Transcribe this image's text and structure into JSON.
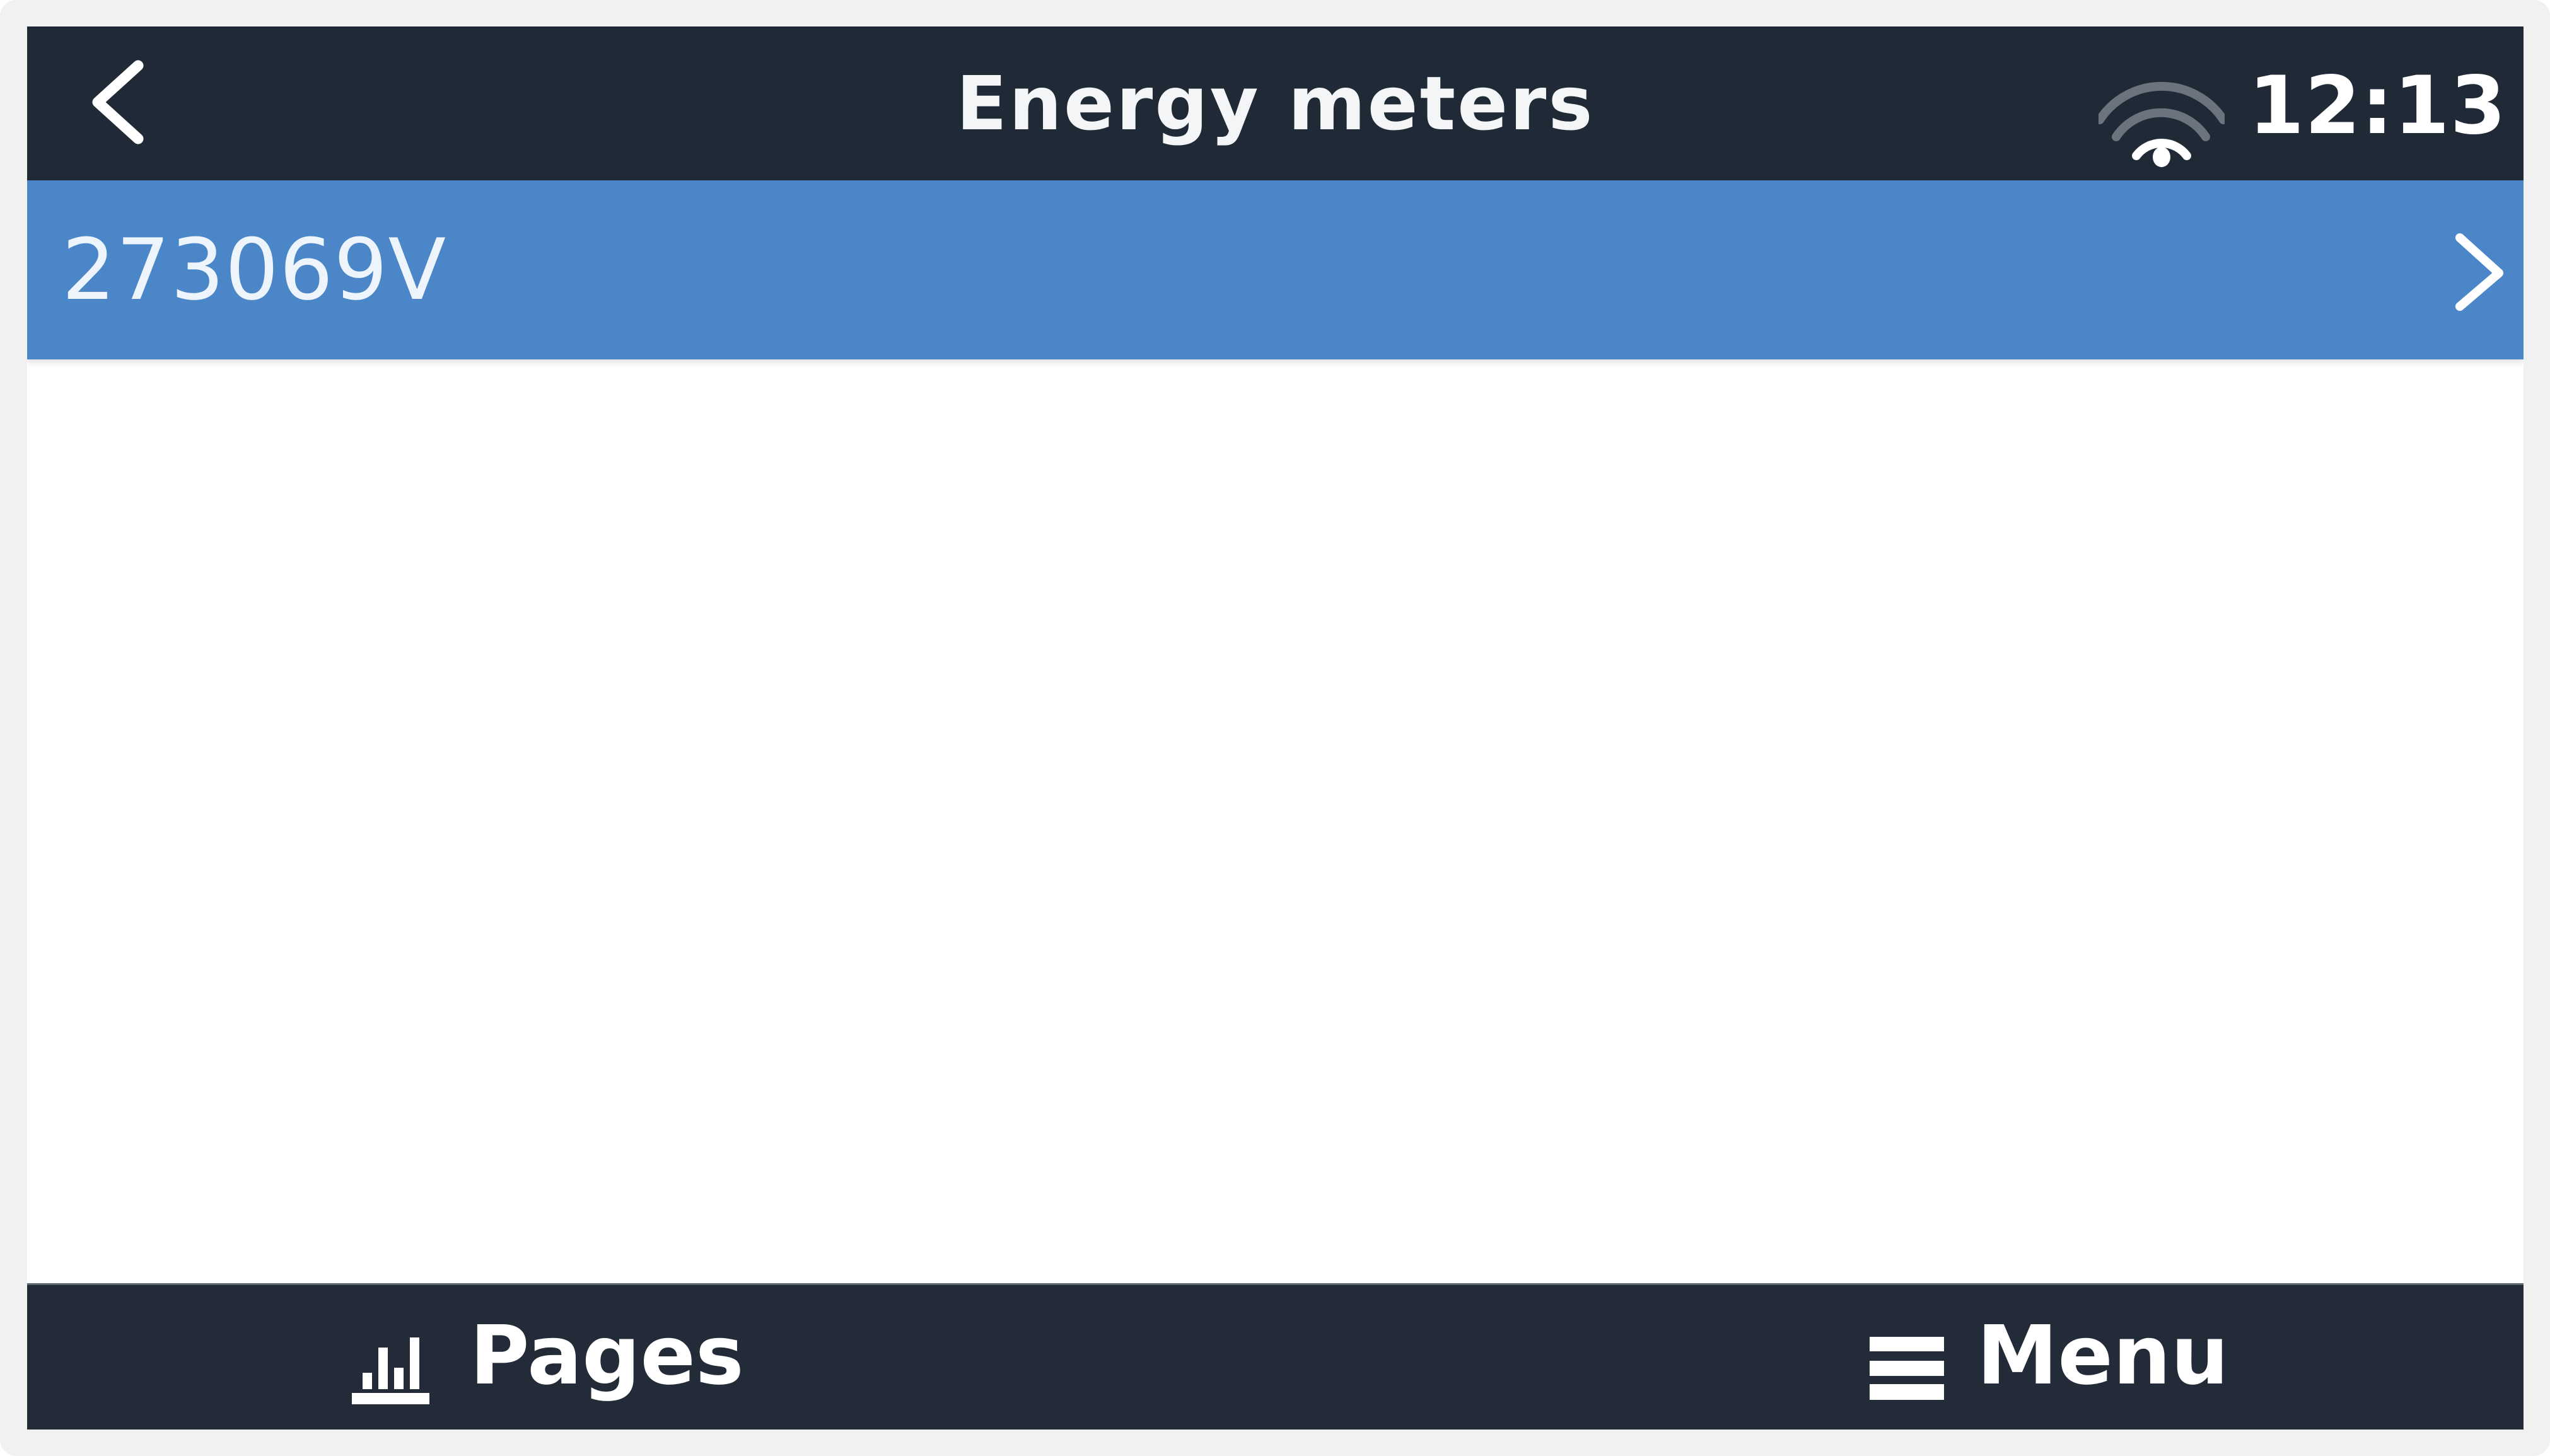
{
  "header": {
    "title": "Energy meters",
    "back_icon": "chevron-left-icon",
    "wifi_icon": "wifi-icon",
    "time": "12:13"
  },
  "list": {
    "items": [
      {
        "label": "273069V",
        "icon": "chevron-right-icon",
        "selected": true
      }
    ]
  },
  "footer": {
    "pages": {
      "label": "Pages",
      "icon": "bar-chart-icon"
    },
    "menu": {
      "label": "Menu",
      "icon": "hamburger-icon"
    }
  },
  "colors": {
    "header_bg": "#202a36",
    "selected_row_bg": "#4a86c8",
    "content_bg": "#ffffff",
    "footer_bg": "#222b37",
    "frame_bg": "#f1f1f1",
    "text_light": "#ffffff",
    "wifi_inactive": "#6b737d"
  }
}
